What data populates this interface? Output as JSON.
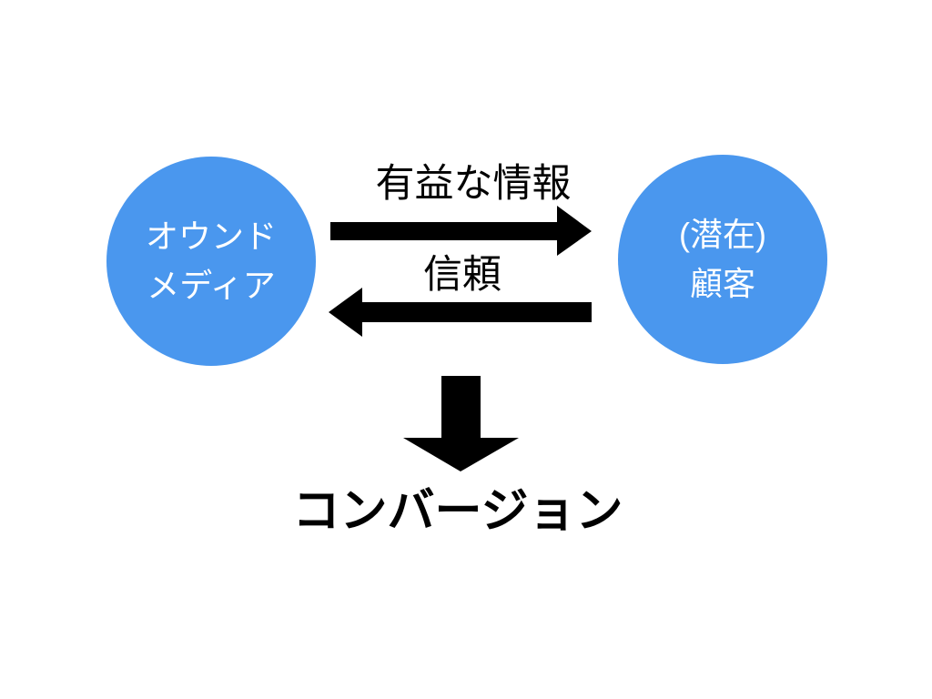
{
  "colors": {
    "background": "#ffffff",
    "circle_blue": "#4a97ee",
    "circle_text": "#ffffff",
    "arrow_black": "#000000",
    "label_text": "#000000"
  },
  "diagram": {
    "left_circle": {
      "line1": "オウンド",
      "line2": "メディア"
    },
    "right_circle": {
      "line1": "(潜在)",
      "line2": "顧客"
    },
    "arrows": {
      "forward_label": "有益な情報",
      "return_label": "信頼"
    },
    "result_label": "コンバージョン"
  }
}
